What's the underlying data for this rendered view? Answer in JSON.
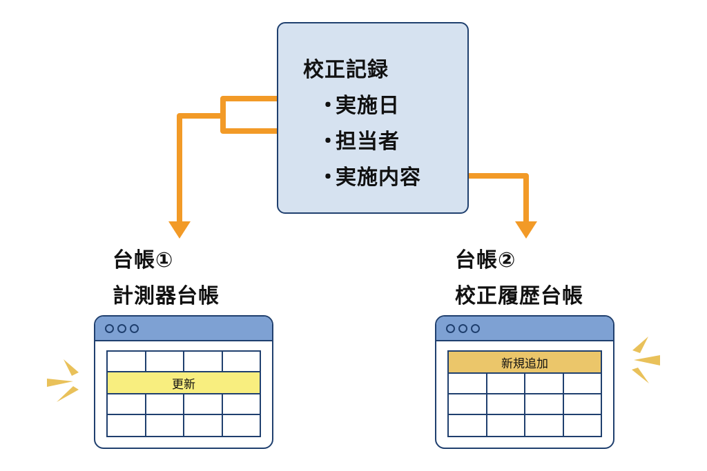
{
  "colors": {
    "connector": "#f29a27",
    "record_box_fill": "#d6e2f0",
    "outline": "#1f3f6e",
    "titlebar": "#7ea1d3",
    "highlight_update": "#f8ee7f",
    "highlight_add": "#ebc66a",
    "spark": "#e9c15a"
  },
  "record": {
    "title": "校正記録",
    "bullet": "・",
    "items": [
      "実施日",
      "担当者",
      "実施内容"
    ]
  },
  "ledgers": [
    {
      "number_label": "台帳①",
      "name": "計測器台帳",
      "highlight_label": "更新",
      "window_icon": "three-dots-window-controls",
      "spark_icon": "attention-spark-left"
    },
    {
      "number_label": "台帳②",
      "name": "校正履歴台帳",
      "highlight_label": "新規追加",
      "window_icon": "three-dots-window-controls",
      "spark_icon": "attention-spark-right"
    }
  ]
}
